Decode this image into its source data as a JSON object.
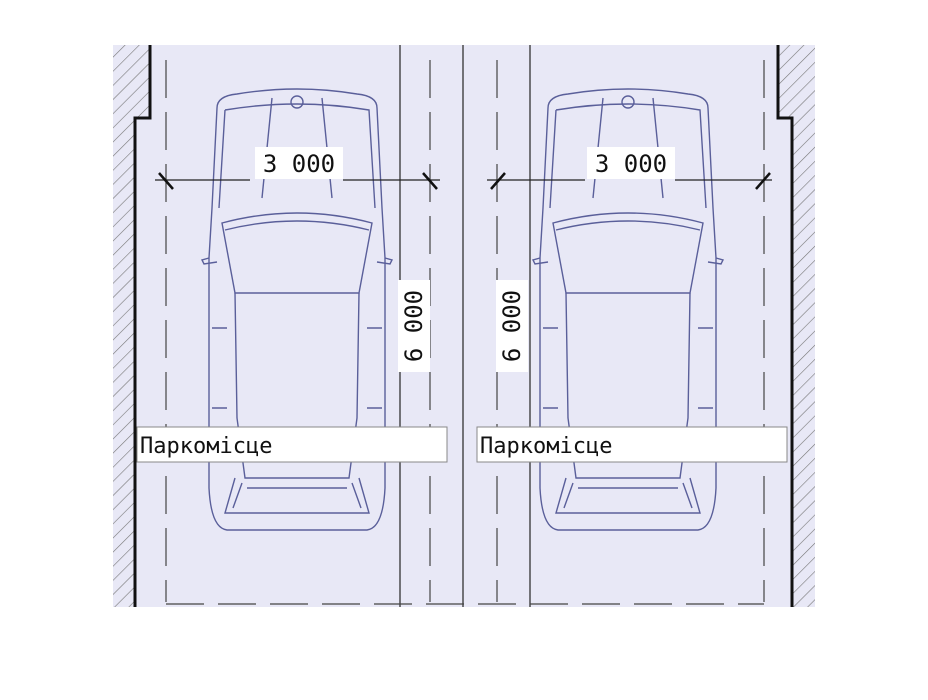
{
  "drawing": {
    "spaces": [
      {
        "label": "Паркомісце",
        "width_dim": "3 000",
        "length_dim": "6 000"
      },
      {
        "label": "Паркомісце",
        "width_dim": "3 000",
        "length_dim": "6 000"
      }
    ],
    "colors": {
      "background": "#e8e8f6",
      "line": "#1a1a1a",
      "car": "#5a5f9a"
    }
  }
}
